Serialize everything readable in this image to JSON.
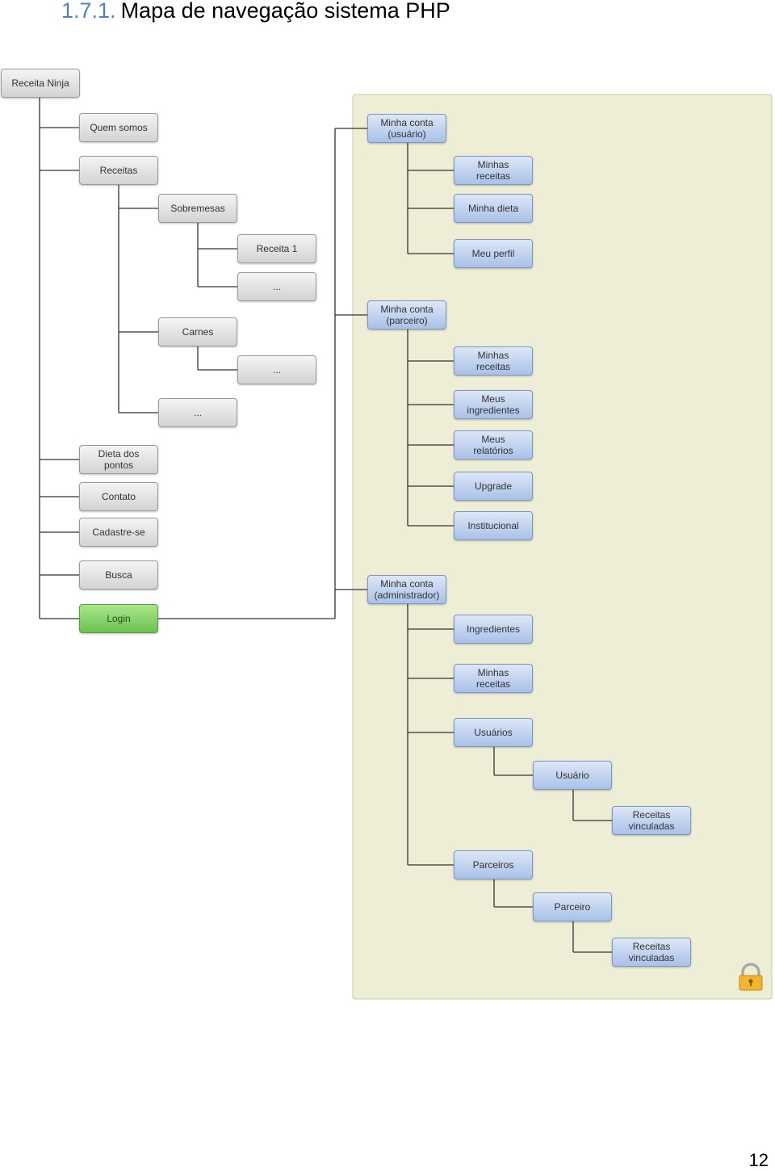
{
  "heading": {
    "number": "1.7.1.",
    "title": "Mapa de navegação sistema PHP"
  },
  "page_number": "12",
  "colors": {
    "restricted_area_fill": "#eeeed6",
    "restricted_area_border": "#c9c9a6",
    "connector": "#333333",
    "public_node": "#d9d9d9",
    "restricted_node": "#b9cdee",
    "login_node": "#7fcf60"
  },
  "icons": {
    "restricted_area": "lock-icon"
  },
  "nodes": [
    {
      "id": "receita-ninja",
      "label": "Receita Ninja",
      "style": "gray",
      "parent": null
    },
    {
      "id": "quem-somos",
      "label": "Quem somos",
      "style": "gray",
      "parent": "receita-ninja"
    },
    {
      "id": "receitas",
      "label": "Receitas",
      "style": "gray",
      "parent": "receita-ninja"
    },
    {
      "id": "sobremesas",
      "label": "Sobremesas",
      "style": "gray",
      "parent": "receitas"
    },
    {
      "id": "receita-1",
      "label": "Receita 1",
      "style": "gray",
      "parent": "sobremesas"
    },
    {
      "id": "sobremesas-more",
      "label": "...",
      "style": "gray",
      "parent": "sobremesas"
    },
    {
      "id": "carnes",
      "label": "Carnes",
      "style": "gray",
      "parent": "receitas"
    },
    {
      "id": "carnes-more",
      "label": "...",
      "style": "gray",
      "parent": "carnes"
    },
    {
      "id": "receitas-more",
      "label": "...",
      "style": "gray",
      "parent": "receitas"
    },
    {
      "id": "dieta-dos-pontos",
      "label": "Dieta dos\npontos",
      "style": "gray",
      "parent": "receita-ninja"
    },
    {
      "id": "contato",
      "label": "Contato",
      "style": "gray",
      "parent": "receita-ninja"
    },
    {
      "id": "cadastre-se",
      "label": "Cadastre-se",
      "style": "gray",
      "parent": "receita-ninja"
    },
    {
      "id": "busca",
      "label": "Busca",
      "style": "gray",
      "parent": "receita-ninja"
    },
    {
      "id": "login",
      "label": "Login",
      "style": "green",
      "parent": "receita-ninja"
    },
    {
      "id": "conta-usuario",
      "label": "Minha conta\n(usuário)",
      "style": "blue",
      "parent": "login"
    },
    {
      "id": "usuario-minhas-receitas",
      "label": "Minhas\nreceitas",
      "style": "blue",
      "parent": "conta-usuario"
    },
    {
      "id": "usuario-minha-dieta",
      "label": "Minha dieta",
      "style": "blue",
      "parent": "conta-usuario"
    },
    {
      "id": "usuario-meu-perfil",
      "label": "Meu perfil",
      "style": "blue",
      "parent": "conta-usuario"
    },
    {
      "id": "conta-parceiro",
      "label": "Minha conta\n(parceiro)",
      "style": "blue",
      "parent": "login"
    },
    {
      "id": "parceiro-minhas-receitas",
      "label": "Minhas\nreceitas",
      "style": "blue",
      "parent": "conta-parceiro"
    },
    {
      "id": "parceiro-meus-ingredientes",
      "label": "Meus\ningredientes",
      "style": "blue",
      "parent": "conta-parceiro"
    },
    {
      "id": "parceiro-meus-relatorios",
      "label": "Meus\nrelatórios",
      "style": "blue",
      "parent": "conta-parceiro"
    },
    {
      "id": "parceiro-upgrade",
      "label": "Upgrade",
      "style": "blue",
      "parent": "conta-parceiro"
    },
    {
      "id": "parceiro-institucional",
      "label": "Institucional",
      "style": "blue",
      "parent": "conta-parceiro"
    },
    {
      "id": "conta-administrador",
      "label": "Minha conta\n(administrador)",
      "style": "blue",
      "parent": "login"
    },
    {
      "id": "admin-ingredientes",
      "label": "Ingredientes",
      "style": "blue",
      "parent": "conta-administrador"
    },
    {
      "id": "admin-minhas-receitas",
      "label": "Minhas\nreceitas",
      "style": "blue",
      "parent": "conta-administrador"
    },
    {
      "id": "admin-usuarios",
      "label": "Usuários",
      "style": "blue",
      "parent": "conta-administrador"
    },
    {
      "id": "admin-usuario",
      "label": "Usuário",
      "style": "blue",
      "parent": "admin-usuarios"
    },
    {
      "id": "admin-usuario-receitas-vinculadas",
      "label": "Receitas\nvinculadas",
      "style": "blue",
      "parent": "admin-usuario"
    },
    {
      "id": "admin-parceiros",
      "label": "Parceiros",
      "style": "blue",
      "parent": "conta-administrador"
    },
    {
      "id": "admin-parceiro",
      "label": "Parceiro",
      "style": "blue",
      "parent": "admin-parceiros"
    },
    {
      "id": "admin-parceiro-receitas-vinculadas",
      "label": "Receitas\nvinculadas",
      "style": "blue",
      "parent": "admin-parceiro"
    }
  ]
}
